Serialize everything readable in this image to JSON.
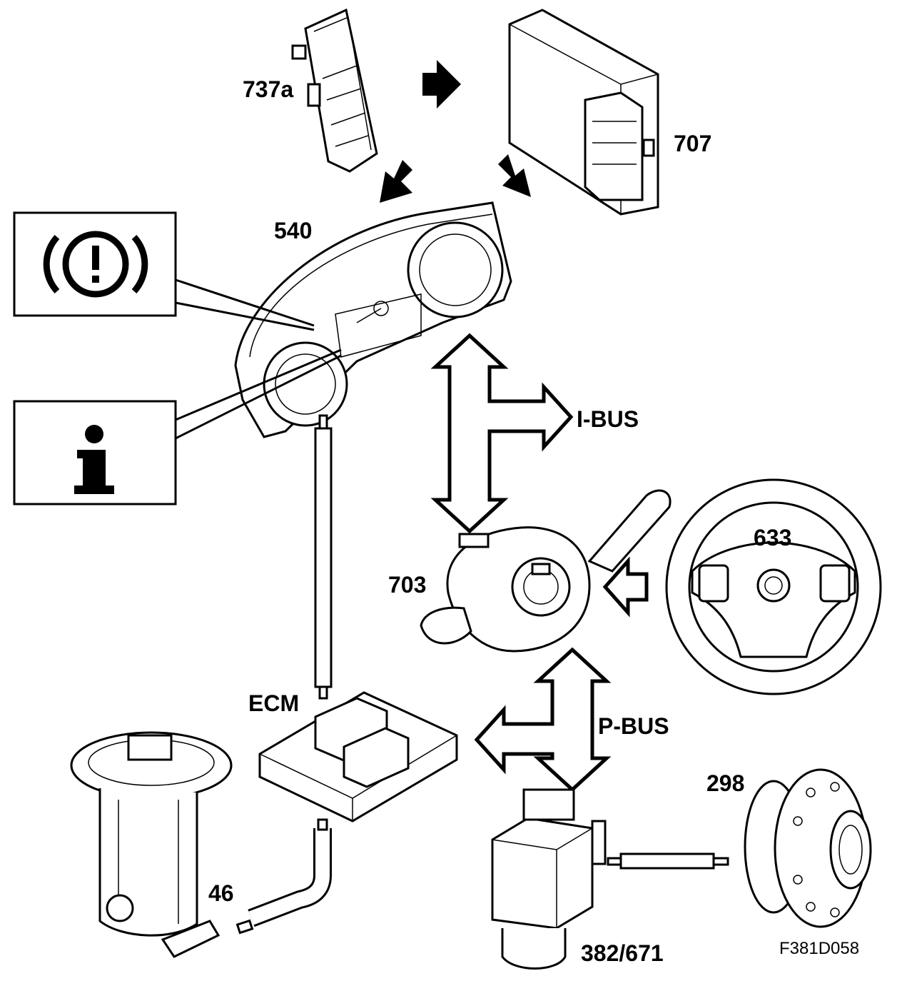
{
  "labels": {
    "switch_panel": "737a",
    "control_module": "707",
    "instrument_cluster": "540",
    "i_bus": "I-BUS",
    "steering_wheel": "633",
    "steering_column_module": "703",
    "ecm": "ECM",
    "p_bus": "P-BUS",
    "wheel_hub": "298",
    "fuel_pump": "46",
    "abs_module": "382/671",
    "figure_code": "F381D058"
  },
  "icons": {
    "brake_warning": "brake-warning-icon",
    "info": "info-icon"
  }
}
